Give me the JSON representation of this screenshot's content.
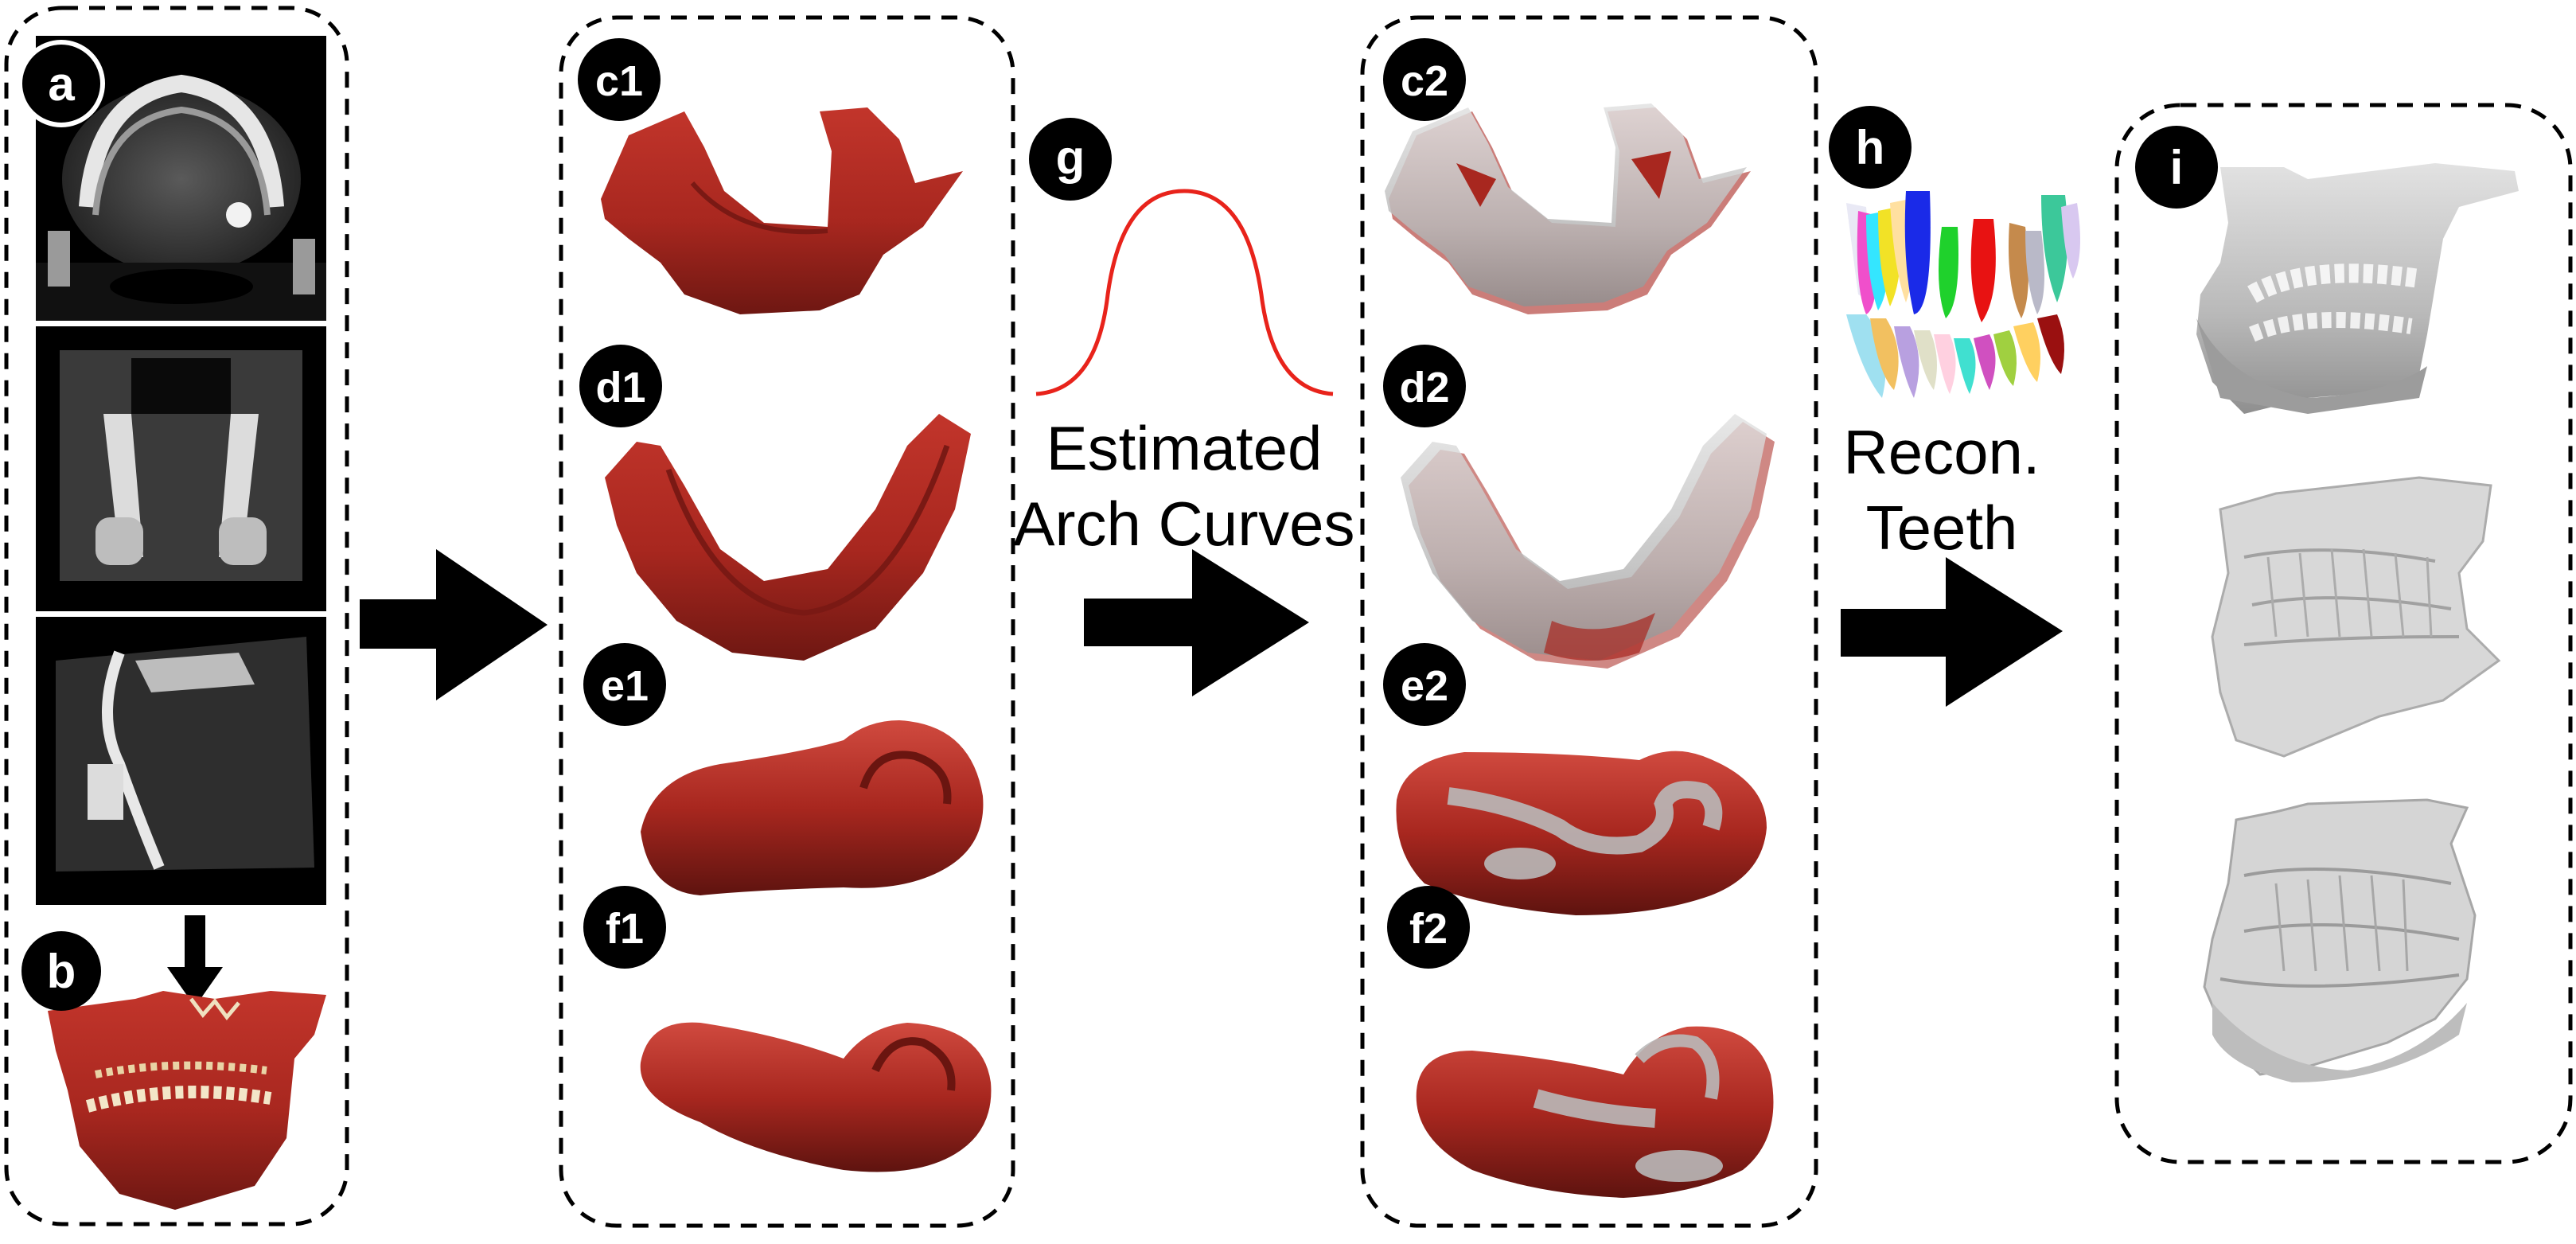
{
  "figure": {
    "panels": {
      "a": "a",
      "b": "b",
      "c1": "c1",
      "d1": "d1",
      "e1": "e1",
      "f1": "f1",
      "g": "g",
      "c2": "c2",
      "d2": "d2",
      "e2": "e2",
      "f2": "f2",
      "h": "h",
      "i": "i"
    },
    "steps": {
      "arch_line1": "Estimated",
      "arch_line2": "Arch Curves",
      "teeth_line1": "Recon.",
      "teeth_line2": "Teeth"
    },
    "colors": {
      "bone_red": "#a8271f",
      "bone_shadow": "#6e1712",
      "gray_model": "#b9b9b9",
      "curve_red": "#e8231b",
      "ct_black": "#000000"
    }
  }
}
